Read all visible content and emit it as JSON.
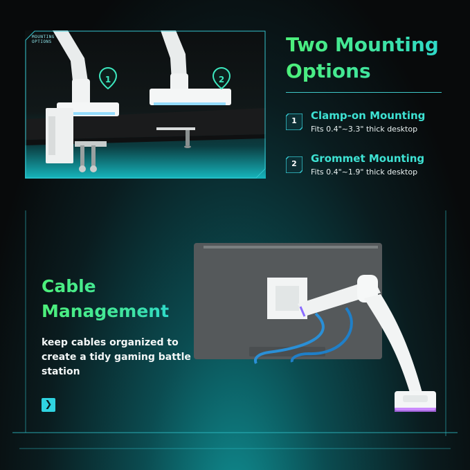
{
  "mounting": {
    "tag_line1": "MOUNTING",
    "tag_line2": "OPTIONS",
    "pin1": "1",
    "pin2": "2",
    "title_line1": "Two Mounting",
    "title_line2": "Options",
    "options": [
      {
        "number": "1",
        "name": "Clamp-on Mounting",
        "desc": "Fits 0.4\"~3.3\" thick desktop"
      },
      {
        "number": "2",
        "name": "Grommet Mounting",
        "desc": "Fits 0.4\"~1.9\" thick desktop"
      }
    ]
  },
  "cable": {
    "title_line1": "Cable",
    "title_line2": "Management",
    "desc": "keep cables organized to create a tidy gaming battle station",
    "next_icon": "chevron-right-icon"
  },
  "colors": {
    "accent_green": "#4df07a",
    "accent_cyan": "#2fd3e0",
    "background": "#080a0b"
  }
}
